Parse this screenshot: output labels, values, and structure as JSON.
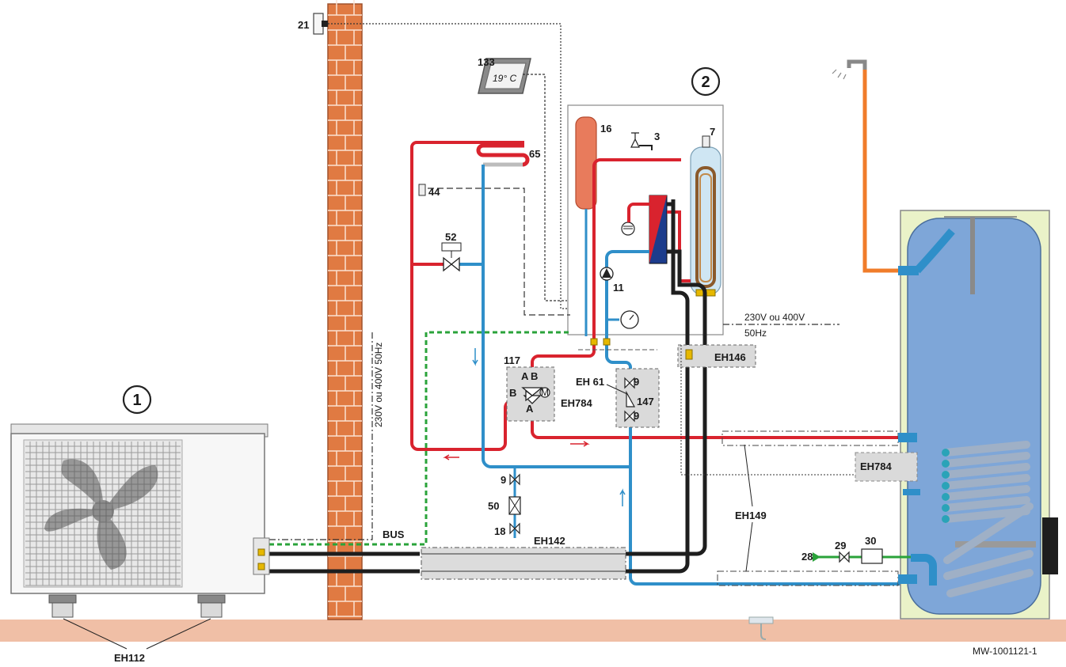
{
  "units": {
    "outdoor": "1",
    "indoor": "2"
  },
  "components": {
    "outdoor_sensor": "21",
    "room_thermostat": "133",
    "thermostat_display": "19° C",
    "expansion_vessel": "16",
    "safety_valve": "3",
    "air_vent": "7",
    "heating_circuit": "65",
    "thermostat_44": "44",
    "valve_52": "52",
    "pump": "11",
    "valve_117": "117",
    "valve_port_a": "A",
    "valve_port_b": "B",
    "valve_port_ab": "AB",
    "valve_motor": "M",
    "filter_147": "147",
    "isolating_valve": "9",
    "filter_50": "50",
    "drain_valve": "18",
    "cold_inlet": "28",
    "valve_29": "29",
    "safety_group": "30"
  },
  "kits": {
    "eh61": "EH 61",
    "eh784_valve": "EH784",
    "eh784_tank": "EH784",
    "eh146": "EH146",
    "eh142": "EH142",
    "eh149": "EH149",
    "eh112": "EH112"
  },
  "labels": {
    "power_indoor": "230V ou 400V",
    "power_indoor_freq": "50Hz",
    "power_outdoor": "230V ou 400V 50Hz",
    "bus": "BUS"
  },
  "reference": "MW-1001121-1",
  "colors": {
    "hot": "#d9232e",
    "cold": "#2f8fc9",
    "refrigerant": "#1e1e1e",
    "bus": "#2aa33a",
    "dhw": "#f07c2a",
    "brick": "#e07a42",
    "floor": "#f0bfa6",
    "tank_shell": "#eaf2c8",
    "tank_inner": "#7ea6d8"
  }
}
